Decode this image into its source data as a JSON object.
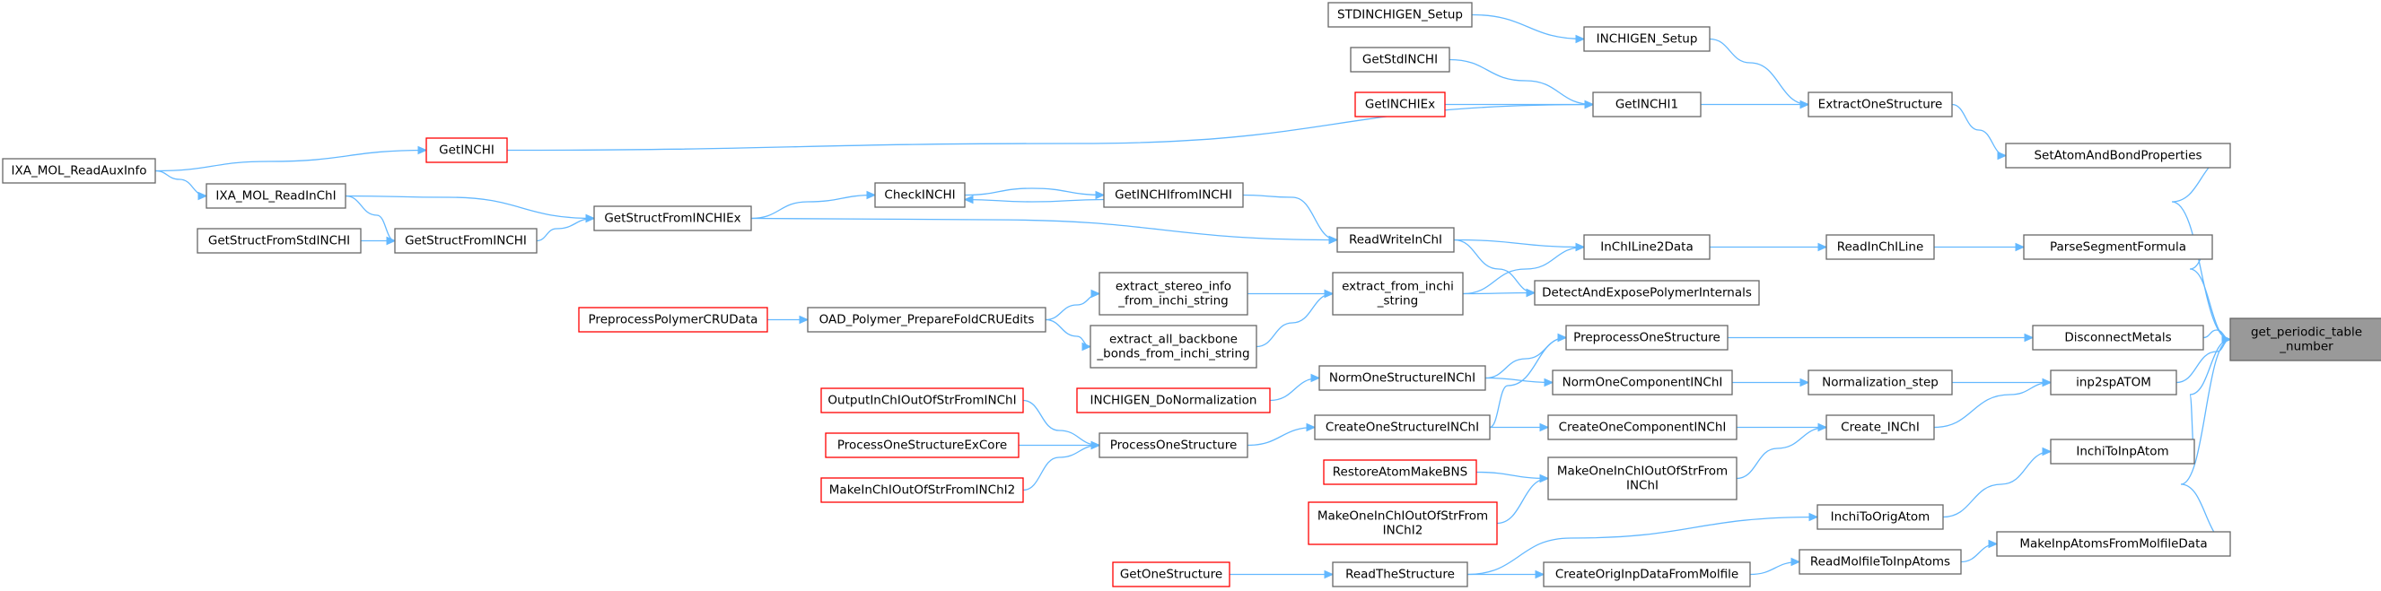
{
  "graph": {
    "root": "get_periodic_table_number",
    "nodes": [
      {
        "id": "root",
        "lines": [
          "get_periodic_table",
          "_number"
        ],
        "style": "root"
      },
      {
        "id": "SetAtomAndBondProperties",
        "lines": [
          "SetAtomAndBondProperties"
        ],
        "style": "normal"
      },
      {
        "id": "ParseSegmentFormula",
        "lines": [
          "ParseSegmentFormula"
        ],
        "style": "normal"
      },
      {
        "id": "DisconnectMetals",
        "lines": [
          "DisconnectMetals"
        ],
        "style": "normal"
      },
      {
        "id": "inp2spATOM",
        "lines": [
          "inp2spATOM"
        ],
        "style": "normal"
      },
      {
        "id": "InchiToInpAtom",
        "lines": [
          "InchiToInpAtom"
        ],
        "style": "normal"
      },
      {
        "id": "MakeInpAtomsFromMolfileData",
        "lines": [
          "MakeInpAtomsFromMolfileData"
        ],
        "style": "normal"
      },
      {
        "id": "ExtractOneStructure",
        "lines": [
          "ExtractOneStructure"
        ],
        "style": "normal"
      },
      {
        "id": "ReadInChILine",
        "lines": [
          "ReadInChILine"
        ],
        "style": "normal"
      },
      {
        "id": "Normalization_step",
        "lines": [
          "Normalization_step"
        ],
        "style": "normal"
      },
      {
        "id": "Create_INChI",
        "lines": [
          "Create_INChI"
        ],
        "style": "normal"
      },
      {
        "id": "InchiToOrigAtom",
        "lines": [
          "InchiToOrigAtom"
        ],
        "style": "normal"
      },
      {
        "id": "ReadMolfileToInpAtoms",
        "lines": [
          "ReadMolfileToInpAtoms"
        ],
        "style": "normal"
      },
      {
        "id": "INCHIGEN_Setup",
        "lines": [
          "INCHIGEN_Setup"
        ],
        "style": "normal"
      },
      {
        "id": "GetINCHI1",
        "lines": [
          "GetINCHI1"
        ],
        "style": "normal"
      },
      {
        "id": "InChILine2Data",
        "lines": [
          "InChILine2Data"
        ],
        "style": "normal"
      },
      {
        "id": "DetectAndExposePolymerInternals",
        "lines": [
          "DetectAndExposePolymerInternals"
        ],
        "style": "normal"
      },
      {
        "id": "PreprocessOneStructure",
        "lines": [
          "PreprocessOneStructure"
        ],
        "style": "normal"
      },
      {
        "id": "NormOneComponentINChI",
        "lines": [
          "NormOneComponentINChI"
        ],
        "style": "normal"
      },
      {
        "id": "CreateOneComponentINChI",
        "lines": [
          "CreateOneComponentINChI"
        ],
        "style": "normal"
      },
      {
        "id": "MakeOneInChIOutOfStrFromINChI",
        "lines": [
          "MakeOneInChIOutOfStrFrom",
          "INChI"
        ],
        "style": "normal"
      },
      {
        "id": "CreateOrigInpDataFromMolfile",
        "lines": [
          "CreateOrigInpDataFromMolfile"
        ],
        "style": "normal"
      },
      {
        "id": "STDINCHIGEN_Setup",
        "lines": [
          "STDINCHIGEN_Setup"
        ],
        "style": "normal"
      },
      {
        "id": "GetStdINCHI",
        "lines": [
          "GetStdINCHI"
        ],
        "style": "normal"
      },
      {
        "id": "GetINCHIEx",
        "lines": [
          "GetINCHIEx"
        ],
        "style": "red"
      },
      {
        "id": "GetINCHI",
        "lines": [
          "GetINCHI"
        ],
        "style": "red"
      },
      {
        "id": "ReadWriteInChI",
        "lines": [
          "ReadWriteInChI"
        ],
        "style": "normal"
      },
      {
        "id": "extract_from_inchi_string",
        "lines": [
          "extract_from_inchi",
          "_string"
        ],
        "style": "normal"
      },
      {
        "id": "NormOneStructureINChI",
        "lines": [
          "NormOneStructureINChI"
        ],
        "style": "normal"
      },
      {
        "id": "CreateOneStructureINChI",
        "lines": [
          "CreateOneStructureINChI"
        ],
        "style": "normal"
      },
      {
        "id": "RestoreAtomMakeBNS",
        "lines": [
          "RestoreAtomMakeBNS"
        ],
        "style": "red"
      },
      {
        "id": "MakeOneInChIOutOfStrFromINChI2",
        "lines": [
          "MakeOneInChIOutOfStrFrom",
          "INChI2"
        ],
        "style": "red"
      },
      {
        "id": "ReadTheStructure",
        "lines": [
          "ReadTheStructure"
        ],
        "style": "normal"
      },
      {
        "id": "GetINCHIfromINCHI",
        "lines": [
          "GetINCHIfromINCHI"
        ],
        "style": "normal"
      },
      {
        "id": "extract_stereo_info",
        "lines": [
          "extract_stereo_info",
          "_from_inchi_string"
        ],
        "style": "normal"
      },
      {
        "id": "extract_all_backbone",
        "lines": [
          "extract_all_backbone",
          "_bonds_from_inchi_string"
        ],
        "style": "normal"
      },
      {
        "id": "INCHIGEN_DoNormalization",
        "lines": [
          "INCHIGEN_DoNormalization"
        ],
        "style": "red"
      },
      {
        "id": "ProcessOneStructure",
        "lines": [
          "ProcessOneStructure"
        ],
        "style": "normal"
      },
      {
        "id": "GetOneStructure",
        "lines": [
          "GetOneStructure"
        ],
        "style": "red"
      },
      {
        "id": "CheckINCHI",
        "lines": [
          "CheckINCHI"
        ],
        "style": "normal"
      },
      {
        "id": "OAD_Polymer",
        "lines": [
          "OAD_Polymer_PrepareFoldCRUEdits"
        ],
        "style": "normal"
      },
      {
        "id": "OutputInChIOutOfStrFromINChI",
        "lines": [
          "OutputInChIOutOfStrFromINChI"
        ],
        "style": "red"
      },
      {
        "id": "ProcessOneStructureExCore",
        "lines": [
          "ProcessOneStructureExCore"
        ],
        "style": "red"
      },
      {
        "id": "MakeInChIOutOfStrFromINChI2",
        "lines": [
          "MakeInChIOutOfStrFromINChI2"
        ],
        "style": "red"
      },
      {
        "id": "GetStructFromINCHIEx",
        "lines": [
          "GetStructFromINCHIEx"
        ],
        "style": "normal"
      },
      {
        "id": "PreprocessPolymerCRUData",
        "lines": [
          "PreprocessPolymerCRUData"
        ],
        "style": "red"
      },
      {
        "id": "IXA_MOL_ReadInChI",
        "lines": [
          "IXA_MOL_ReadInChI"
        ],
        "style": "normal"
      },
      {
        "id": "GetStructFromINCHI",
        "lines": [
          "GetStructFromINCHI"
        ],
        "style": "normal"
      },
      {
        "id": "IXA_MOL_ReadAuxInfo",
        "lines": [
          "IXA_MOL_ReadAuxInfo"
        ],
        "style": "normal"
      },
      {
        "id": "GetStructFromStdINCHI",
        "lines": [
          "GetStructFromStdINCHI"
        ],
        "style": "normal"
      }
    ]
  }
}
